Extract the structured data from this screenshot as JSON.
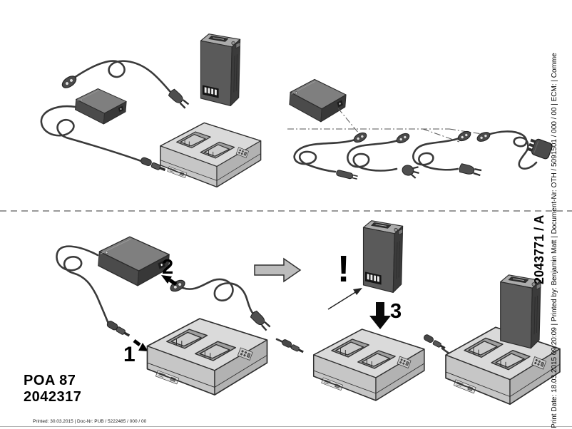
{
  "document": {
    "product_code": "POA 87",
    "item_number": "2042317",
    "footer_note": "Printed: 30.03.2015 | Doc-Nr: PUB / 5222485 / 000 / 00",
    "sidebar_print_info": "Print Date: 18.03.2015 09:20:09 | Printed by: Benjamin Matt | Document-Nr: OTH / 5091501 / 000 / 00 | ECM: | Comme",
    "revision_number": "2043771 / A"
  },
  "steps": {
    "step_1": "1",
    "step_2": "2",
    "step_3": "3",
    "warning_mark": "!"
  },
  "illustrations": {
    "top_row": [
      "mains-cable-with-europlug",
      "ac-adapter-with-dc-cable",
      "battery-pack",
      "two-bay-charger",
      "ac-adapter-side-view",
      "regional-mains-cables-set"
    ],
    "bottom_row": [
      "adapter-connection-steps",
      "charger-front",
      "transition-arrow",
      "battery-contacts-warning",
      "insert-battery-step",
      "charger-with-battery-inserted"
    ]
  },
  "colors": {
    "outline": "#2f2f2f",
    "device_dark": "#4f4f4f",
    "device_light": "#cfcfcf",
    "dashed_divider": "#9a9a9a",
    "arrow_fill": "#bcbcbc"
  }
}
